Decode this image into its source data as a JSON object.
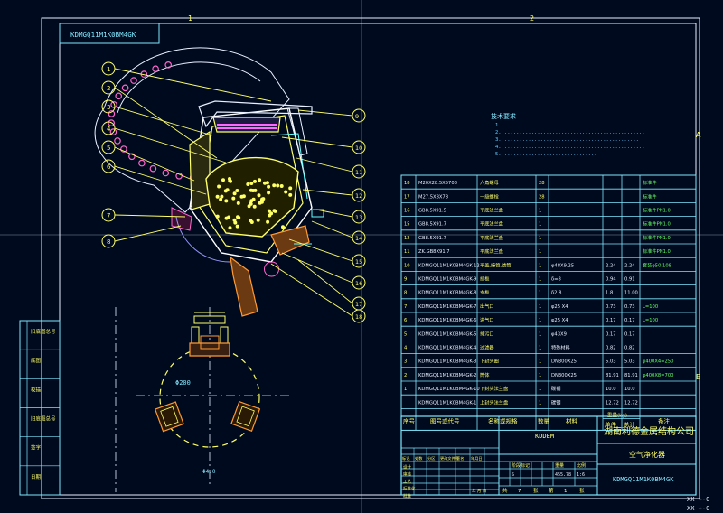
{
  "drawing": {
    "title_tag": "KDMGQ11M1K0BM4GK",
    "zone_numbers": [
      "1",
      "2"
    ],
    "zone_letters": [
      "A",
      "B"
    ],
    "notes": {
      "heading": "技术要求",
      "lines": [
        "1. ...............................................",
        "2. ...............................................",
        "3. .............................................",
        "4. ...............................................",
        "5. ..............................."
      ]
    },
    "left_stamp_rows": [
      "旧底图总号",
      "底图",
      "校描",
      "旧底图总号",
      "签字",
      "日期"
    ],
    "corner_readout": [
      "XX +-0",
      "XX +-0"
    ],
    "dim_label": "Φ200",
    "dim_bottom": "Φ4.0"
  },
  "bom": {
    "headers": [
      "序号",
      "图号或代号",
      "名称或规格",
      "数量",
      "材料",
      "单件",
      "总计",
      "备注"
    ],
    "weight_header": "重量(kg)",
    "rows": [
      {
        "no": "18",
        "code": "M20X28.5X5708",
        "name": "六角螺母",
        "qty": "28",
        "mat": "",
        "w1": "",
        "w2": "",
        "note": "标准件"
      },
      {
        "no": "17",
        "code": "M27.5X8X78",
        "name": "一级螺栓",
        "qty": "28",
        "mat": "",
        "w1": "",
        "w2": "",
        "note": "标准件"
      },
      {
        "no": "16",
        "code": "GB8.5X91.5",
        "name": "平底法兰盘",
        "qty": "1",
        "mat": "",
        "w1": "",
        "w2": "",
        "note": "标准件PN1.0"
      },
      {
        "no": "15",
        "code": "GB8.5X91.7",
        "name": "平底法兰盘",
        "qty": "1",
        "mat": "",
        "w1": "",
        "w2": "",
        "note": "标准件PN1.0"
      },
      {
        "no": "12",
        "code": "GB8.5X91.7",
        "name": "平底法兰盘",
        "qty": "1",
        "mat": "",
        "w1": "",
        "w2": "",
        "note": "标准件PN1.0"
      },
      {
        "no": "11",
        "code": "ZK.GB8X91.7",
        "name": "平底法兰盘",
        "qty": "1",
        "mat": "",
        "w1": "",
        "w2": "",
        "note": "标准件PN1.0"
      },
      {
        "no": "10",
        "code": "KDMGQ11M1K0BM4GK-12",
        "name": "平盖,接管,滤筒",
        "qty": "1",
        "mat": "φ48X9.25",
        "w1": "2.24",
        "w2": "2.24",
        "note": "套装φ50.108"
      },
      {
        "no": "9",
        "code": "KDMGQ11M1K0BM4GK-9",
        "name": "挡板",
        "qty": "1",
        "mat": "δ=8",
        "w1": "0.94",
        "w2": "0.91",
        "note": ""
      },
      {
        "no": "8",
        "code": "KDMGQ11M1K0BM4GK-8",
        "name": "支板",
        "qty": "1",
        "mat": "δ2 8",
        "w1": "1.8",
        "w2": "11.00",
        "note": ""
      },
      {
        "no": "7",
        "code": "KDMGQ11M1K0BM4GK-7",
        "name": "出气口",
        "qty": "1",
        "mat": "φ25 X4",
        "w1": "0.73",
        "w2": "0.73",
        "note": "L=100"
      },
      {
        "no": "6",
        "code": "KDMGQ11M1K0BM4GK-6",
        "name": "进气口",
        "qty": "1",
        "mat": "φ25 X4",
        "w1": "0.17",
        "w2": "0.17",
        "note": "L=100"
      },
      {
        "no": "5",
        "code": "KDMGQ11M1K0BM4GK-5",
        "name": "排污口",
        "qty": "1",
        "mat": "φ43X9",
        "w1": "0.17",
        "w2": "0.17",
        "note": ""
      },
      {
        "no": "4",
        "code": "KDMGQ11M1K0BM4GK-4",
        "name": "过滤器",
        "qty": "1",
        "mat": "特殊材料",
        "w1": "0.82",
        "w2": "0.82",
        "note": ""
      },
      {
        "no": "3",
        "code": "KDMGQ11M1K0BM4GK-3",
        "name": "下封头圈",
        "qty": "1",
        "mat": "DN300X25",
        "w1": "5.03",
        "w2": "5.03",
        "note": "φ400X4=250"
      },
      {
        "no": "2",
        "code": "KDMGQ11M1K0BM4GK-2",
        "name": "筒体",
        "qty": "1",
        "mat": "DN300X25",
        "w1": "81.91",
        "w2": "81.91",
        "note": "φ400X8=700"
      },
      {
        "no": "1",
        "code": "KDMGQ11M1K0BM4GK-10",
        "name": "下封头法兰盘",
        "qty": "1",
        "mat": "碳钢",
        "w1": "10.0",
        "w2": "10.0",
        "note": ""
      },
      {
        "no": "",
        "code": "KDMGQ11M1K0BM4GK-1",
        "name": "上封头法兰盘",
        "qty": "1",
        "mat": "碳钢",
        "w1": "12.72",
        "w2": "12.72",
        "note": ""
      }
    ]
  },
  "title_block": {
    "company": "湖南利德金属结构公司",
    "product": "空气净化器",
    "drawing_no": "KDMGQ11M1K0BM4GK",
    "center_code": "KDDEM",
    "stage_headers": [
      "阶段标记",
      "重量",
      "比例"
    ],
    "stage_values": [
      "S",
      "455.78",
      "1:6"
    ],
    "sheet_info": [
      "共",
      "7",
      "张",
      "第",
      "1",
      "张"
    ],
    "left_headers": [
      "标记",
      "处数",
      "分区",
      "更改文件号",
      "签名",
      "年月日"
    ],
    "left_roles": [
      "设计",
      "审核",
      "工艺",
      "标准化",
      "批准"
    ],
    "date": "年 月 日"
  },
  "balloons": {
    "left": [
      "1",
      "2",
      "3",
      "4",
      "5",
      "6",
      "7",
      "8"
    ],
    "right": [
      "9",
      "10",
      "11",
      "12",
      "13",
      "14",
      "15",
      "16",
      "17",
      "18"
    ]
  }
}
